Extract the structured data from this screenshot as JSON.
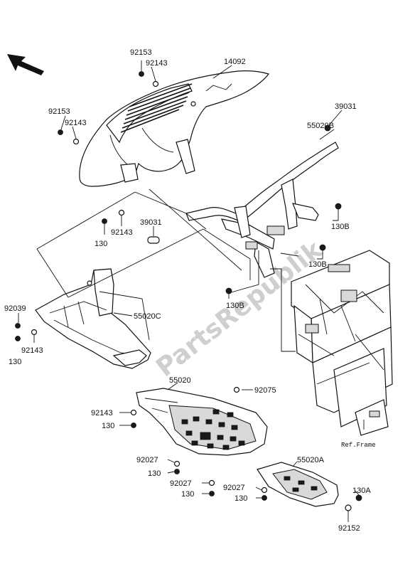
{
  "watermark": "PartsRepublik",
  "icons": {
    "direction": "front-direction-arrow-icon"
  },
  "labels": {
    "p92153_top": "92153",
    "p92143_top": "92143",
    "p14092": "14092",
    "p92153_left": "92153",
    "p92143_left": "92143",
    "p39031_right": "39031",
    "p55020B": "55020B",
    "p39031_mid": "39031",
    "p92143_mid": "92143",
    "p130_mid": "130",
    "p130B_a": "130B",
    "p130B_b": "130B",
    "p130B_c": "130B",
    "p92039": "92039",
    "p55020C": "55020C",
    "p92143_guard": "92143",
    "p130_guard": "130",
    "p55020": "55020",
    "p92075": "92075",
    "p92143_plate": "92143",
    "p130_plate": "130",
    "p92027_a": "92027",
    "p130_a": "130",
    "p92027_b": "92027",
    "p130_b": "130",
    "p92027_c": "92027",
    "p130_c": "130",
    "p55020A": "55020A",
    "p130A": "130A",
    "p92152": "92152",
    "ref_frame": "Ref.Frame"
  }
}
